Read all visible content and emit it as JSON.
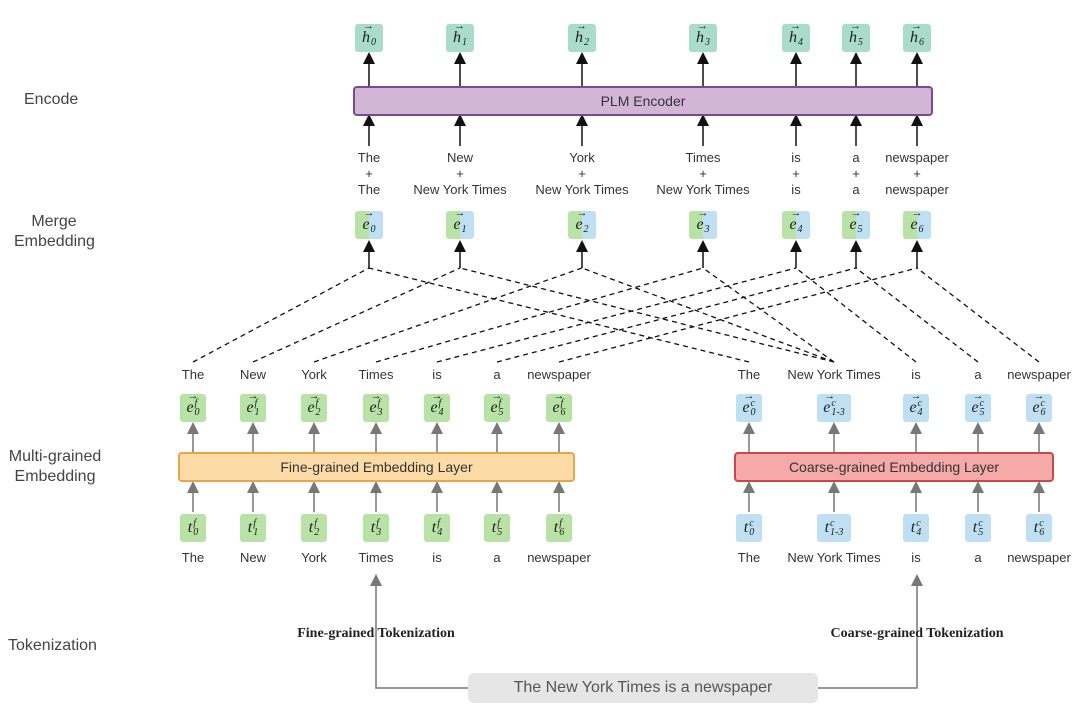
{
  "side_labels": {
    "encode": "Encode",
    "merge": "Merge\nEmbedding",
    "multi": "Multi-grained\nEmbedding",
    "tokenization": "Tokenization"
  },
  "plm_encoder": "PLM Encoder",
  "fine_layer": "Fine-grained Embedding Layer",
  "coarse_layer": "Coarse-grained Embedding Layer",
  "fine_tokenization": "Fine-grained Tokenization",
  "coarse_tokenization": "Coarse-grained Tokenization",
  "input_sentence": "The New York Times is a newspaper",
  "h_tokens": [
    "0",
    "1",
    "2",
    "3",
    "4",
    "5",
    "6"
  ],
  "e_tokens": [
    "0",
    "1",
    "2",
    "3",
    "4",
    "5",
    "6"
  ],
  "merge_words": [
    {
      "top": "The",
      "plus": "+",
      "bottom": "The"
    },
    {
      "top": "New",
      "plus": "+",
      "bottom": "New York Times"
    },
    {
      "top": "York",
      "plus": "+",
      "bottom": "New York Times"
    },
    {
      "top": "Times",
      "plus": "+",
      "bottom": "New York Times"
    },
    {
      "top": "is",
      "plus": "+",
      "bottom": "is"
    },
    {
      "top": "a",
      "plus": "+",
      "bottom": "a"
    },
    {
      "top": "newspaper",
      "plus": "+",
      "bottom": "newspaper"
    }
  ],
  "fine_words": [
    "The",
    "New",
    "York",
    "Times",
    "is",
    "a",
    "newspaper"
  ],
  "coarse_words": [
    "The",
    "New York Times",
    "is",
    "a",
    "newspaper"
  ],
  "fine_subs": [
    "0",
    "1",
    "2",
    "3",
    "4",
    "5",
    "6"
  ],
  "coarse_subs": [
    "0",
    "1-3",
    "4",
    "5",
    "6"
  ],
  "fine_sup": "f",
  "coarse_sup": "c",
  "colors": {
    "green": "#b9e3a6",
    "blue": "#bfe0f2",
    "teal": "#a9dccb",
    "plm": "#d3b5d8",
    "plm_border": "#7a4a8c",
    "fine": "#fddba6",
    "fine_border": "#e8a64a",
    "coarse": "#f6a9a9",
    "coarse_border": "#c94848"
  }
}
